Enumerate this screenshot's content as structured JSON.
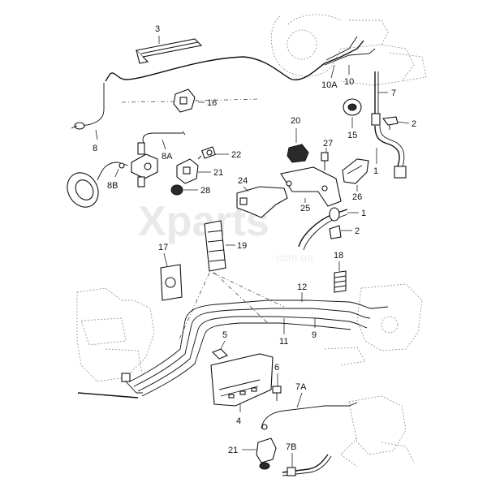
{
  "watermark": {
    "brand": "Xparts",
    "domain": "com.ua"
  },
  "callouts": {
    "c3": "3",
    "c16": "16",
    "c8": "8",
    "c8a": "8A",
    "c22": "22",
    "c8b": "8B",
    "c21_top": "21",
    "c28": "28",
    "c10a": "10A",
    "c10": "10",
    "c7": "7",
    "c2_top": "2",
    "c15": "15",
    "c1_top": "1",
    "c20": "20",
    "c27": "27",
    "c24": "24",
    "c26": "26",
    "c25": "25",
    "c1_mid": "1",
    "c2_mid": "2",
    "c17": "17",
    "c19": "19",
    "c18": "18",
    "c12": "12",
    "c11": "11",
    "c9": "9",
    "c5": "5",
    "c6": "6",
    "c4": "4",
    "c7a": "7A",
    "c21_bot": "21",
    "c7b": "7B"
  },
  "colors": {
    "line": "#111111",
    "ghost": "#9a9a9a",
    "watermark": "#e9e9e9"
  }
}
